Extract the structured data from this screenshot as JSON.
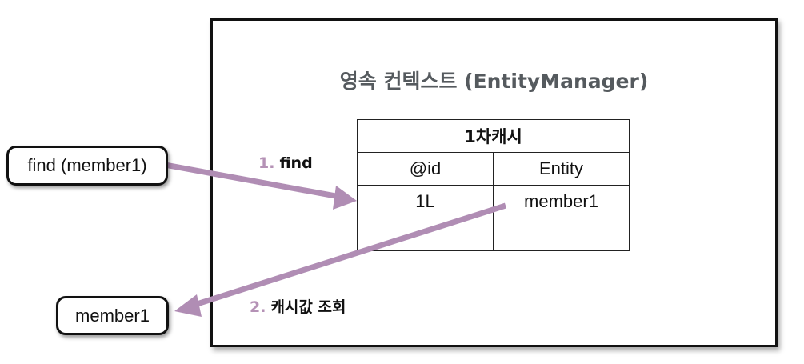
{
  "context": {
    "title": "영속 컨텍스트 (EntityManager)"
  },
  "cache": {
    "title": "1차캐시",
    "columns": [
      "@id",
      "Entity"
    ],
    "rows": [
      [
        "1L",
        "member1"
      ],
      [
        "",
        ""
      ]
    ]
  },
  "client": {
    "request_label": "find (member1)",
    "result_label": "member1"
  },
  "steps": [
    {
      "number": "1.",
      "label": "find"
    },
    {
      "number": "2.",
      "label": "캐시값 조회"
    }
  ],
  "colors": {
    "arrow": "#b08db4",
    "title": "#555a5e",
    "step_number": "#b592b6"
  }
}
